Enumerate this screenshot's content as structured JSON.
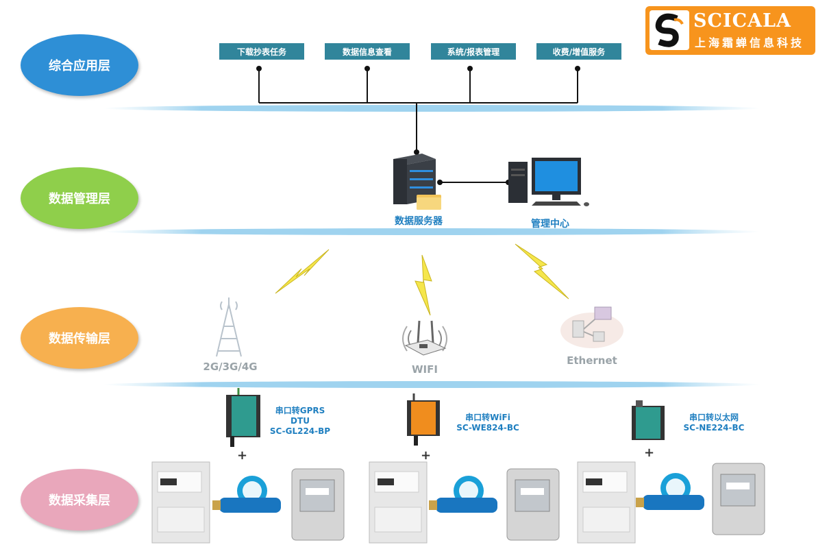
{
  "logo": {
    "name": "SCICALA",
    "subtitle": "上海霜蝉信息科技"
  },
  "layers": [
    {
      "label": "综合应用层",
      "color": "#2e8fd6"
    },
    {
      "label": "数据管理层",
      "color": "#8fcf4b"
    },
    {
      "label": "数据传输层",
      "color": "#f7b04f"
    },
    {
      "label": "数据采集层",
      "color": "#e9a7bb"
    }
  ],
  "app_tasks": [
    "下载抄表任务",
    "数据信息查看",
    "系统/报表管理",
    "收费/增值服务"
  ],
  "management": {
    "server_label": "数据服务器",
    "center_label": "管理中心"
  },
  "transport": {
    "cellular_label": "2G/3G/4G",
    "wifi_label": "WIFI",
    "ethernet_label": "Ethernet"
  },
  "devices": [
    {
      "line1": "串口转GPRS",
      "line2": "DTU",
      "line3": "SC-GL224-BP"
    },
    {
      "line1": "串口转WiFi",
      "line2": "SC-WE824-BC",
      "line3": ""
    },
    {
      "line1": "串口转以太网",
      "line2": "SC-NE224-BC",
      "line3": ""
    }
  ],
  "plus_sign": "+",
  "colors": {
    "accent_box": "#31859b",
    "label_blue": "#1f7fc0",
    "logo_orange": "#f7941d"
  }
}
